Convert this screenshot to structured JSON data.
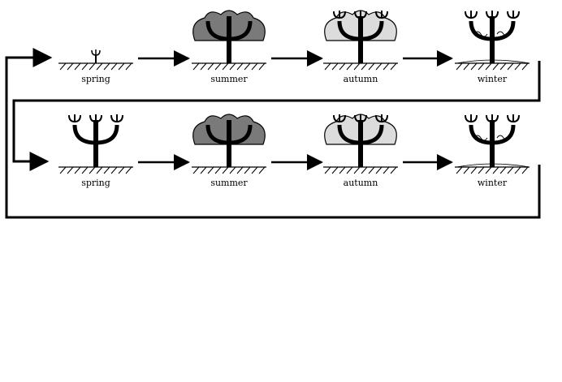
{
  "colors": {
    "ink": "#000000",
    "summer_foliage": "#7a7a7a",
    "autumn_foliage": "#dcdcdc",
    "snow": "#eeeeee",
    "background": "#ffffff"
  },
  "rows": [
    {
      "stages": [
        {
          "season": "spring",
          "label": "spring",
          "icon": "sprout-icon"
        },
        {
          "season": "summer",
          "label": "summer",
          "icon": "summer-tree-icon"
        },
        {
          "season": "autumn",
          "label": "autumn",
          "icon": "autumn-tree-icon"
        },
        {
          "season": "winter",
          "label": "winter",
          "icon": "winter-tree-icon"
        }
      ]
    },
    {
      "stages": [
        {
          "season": "spring",
          "label": "spring",
          "icon": "bare-tree-icon"
        },
        {
          "season": "summer",
          "label": "summer",
          "icon": "summer-tree-icon"
        },
        {
          "season": "autumn",
          "label": "autumn",
          "icon": "autumn-tree-icon"
        },
        {
          "season": "winter",
          "label": "winter",
          "icon": "winter-tree-icon"
        }
      ]
    }
  ]
}
